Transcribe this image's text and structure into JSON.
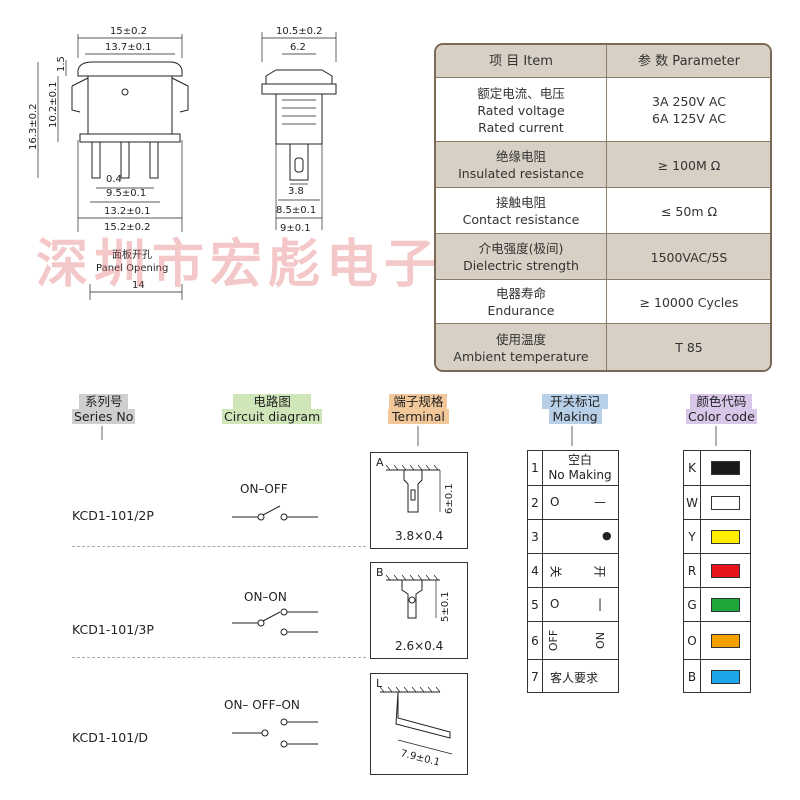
{
  "watermark": "深圳市宏彪电子科技",
  "drawing": {
    "front": {
      "dim_15": "15±0.2",
      "dim_137": "13.7±0.1",
      "dim_15v": "1.5",
      "dim_102": "10.2±0.1",
      "dim_163": "16.3±0.2",
      "dim_04": "0.4",
      "dim_95": "9.5±0.1",
      "dim_132": "13.2±0.1",
      "dim_152": "15.2±0.2"
    },
    "side": {
      "dim_105": "10.5±0.2",
      "dim_62": "6.2",
      "dim_38": "3.8",
      "dim_85": "8.5±0.1",
      "dim_9": "9±0.1"
    },
    "panel": {
      "title_cn": "面板开孔",
      "title_en": "Panel Opening",
      "width": "14",
      "height": "9"
    }
  },
  "params": {
    "header": {
      "item": "项 目  Item",
      "param": "参 数  Parameter"
    },
    "rows": [
      {
        "item_cn": "额定电流、电压",
        "item_en1": "Rated voltage",
        "item_en2": "Rated current",
        "value1": "3A 250V AC",
        "value2": "6A 125V AC"
      },
      {
        "item_cn": "绝缘电阻",
        "item_en1": "Insulated resistance",
        "value1": "≥ 100M Ω"
      },
      {
        "item_cn": "接触电阻",
        "item_en1": "Contact resistance",
        "value1": "≤ 50m Ω"
      },
      {
        "item_cn": "介电强度(极间)",
        "item_en1": "Dielectric strength",
        "value1": "1500VAC/5S"
      },
      {
        "item_cn": "电器寿命",
        "item_en1": "Endurance",
        "value1": "≥ 10000 Cycles"
      },
      {
        "item_cn": "使用温度",
        "item_en1": "Ambient temperature",
        "value1": "T 85"
      }
    ]
  },
  "categories": {
    "series": {
      "cn": "系列号",
      "en": "Series No"
    },
    "circuit": {
      "cn": "电路图",
      "en": "Circuit diagram"
    },
    "terminal": {
      "cn": "端子规格",
      "en": "Terminal"
    },
    "making": {
      "cn": "开关标记",
      "en": "Making"
    },
    "color": {
      "cn": "颜色代码",
      "en": "Color code"
    }
  },
  "series_rows": [
    {
      "model": "KCD1-101/2P",
      "circuit": "ON–OFF"
    },
    {
      "model": "KCD1-101/3P",
      "circuit": "ON–ON"
    },
    {
      "model": "KCD1-101/D",
      "circuit": "ON– OFF–ON"
    }
  ],
  "terminals": [
    {
      "letter": "A",
      "size": "3.8×0.4",
      "dim": "6±0.1"
    },
    {
      "letter": "B",
      "size": "2.6×0.4",
      "dim": "5±0.1"
    },
    {
      "letter": "L",
      "dim": "7.9±0.1"
    }
  ],
  "making": [
    {
      "num": "1",
      "line1": "空白",
      "line2": "No Making"
    },
    {
      "num": "2",
      "left": "O",
      "right": "—"
    },
    {
      "num": "3",
      "right": "●"
    },
    {
      "num": "4",
      "left": "关",
      "right": "开"
    },
    {
      "num": "5",
      "left": "O",
      "right": "|"
    },
    {
      "num": "6",
      "left": "OFF",
      "right": "ON"
    },
    {
      "num": "7",
      "line1": "客人要求"
    }
  ],
  "colors": [
    {
      "letter": "K",
      "hex": "#1a1a1a"
    },
    {
      "letter": "W",
      "hex": "#ffffff"
    },
    {
      "letter": "Y",
      "hex": "#ffee00"
    },
    {
      "letter": "R",
      "hex": "#e8141e"
    },
    {
      "letter": "G",
      "hex": "#1ea83c"
    },
    {
      "letter": "O",
      "hex": "#f5a000"
    },
    {
      "letter": "B",
      "hex": "#1aa6e8"
    }
  ],
  "accents": {
    "header_bg": "#d8d0c4",
    "cat_blue": "#b8cfe8",
    "cat_orange": "#f2c79a",
    "cat_purple": "#d9c7ea",
    "cat_gray": "#cfcfcf",
    "cat_green": "#cfe6b8"
  }
}
